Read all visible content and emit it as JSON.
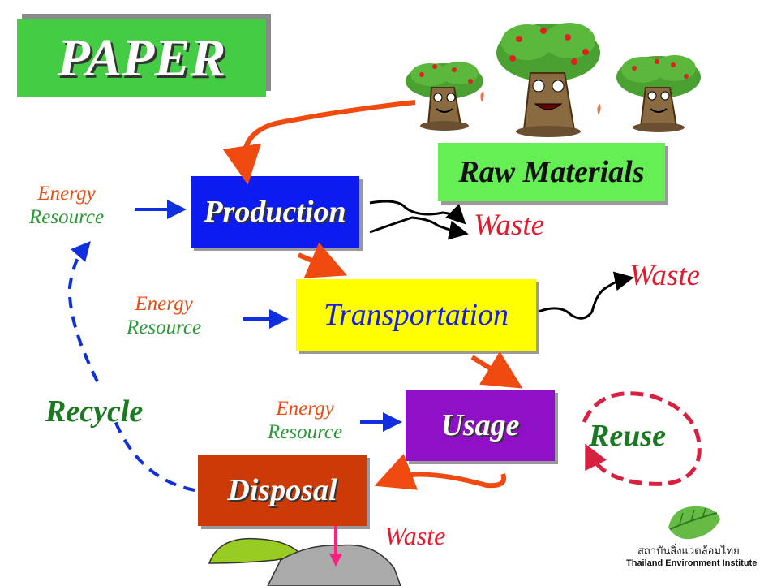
{
  "title": "PAPER",
  "stages": {
    "raw_materials": "Raw Materials",
    "production": "Production",
    "transportation": "Transportation",
    "usage": "Usage",
    "disposal": "Disposal"
  },
  "inputs": {
    "energy": "Energy",
    "resource": "Resource"
  },
  "waste_label": "Waste",
  "cycles": {
    "recycle": "Recycle",
    "reuse": "Reuse"
  },
  "logo": {
    "thai_name": "สถาบันสิ่งแวดล้อมไทย",
    "english_name": "Thailand Environment Institute"
  },
  "colors": {
    "title_bg": "#44cc44",
    "raw_materials_bg": "#66ee55",
    "production_bg": "#0c1cf0",
    "transportation_bg": "#ffff00",
    "usage_bg": "#9010c8",
    "disposal_bg": "#cc3a08",
    "flow_arrow": "#f04a10",
    "input_arrow": "#1030e0",
    "waste_text": "#e8182a",
    "recycle_text": "#1a7a20",
    "reuse_circle": "#d82040"
  }
}
